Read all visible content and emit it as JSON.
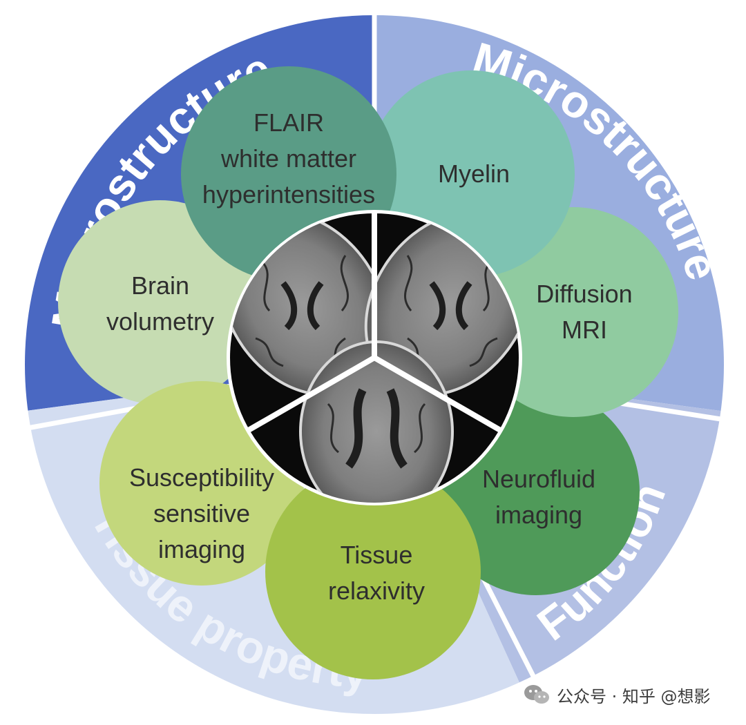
{
  "colors": {
    "macrostructure": "#4a68c2",
    "microstructure": "#9aaedf",
    "function": "#b3c0e4",
    "tissue_property": "#d3ddf1",
    "ring_text": "#ffffff",
    "circle_text": "#2e2e2e",
    "center_background": "#0a0a0a"
  },
  "sectors": [
    {
      "id": "macrostructure",
      "label": "Macrostructure"
    },
    {
      "id": "microstructure",
      "label": "Microstructure"
    },
    {
      "id": "function",
      "label": "Function"
    },
    {
      "id": "tissue_property",
      "label": "Tissue property"
    }
  ],
  "circles": [
    {
      "id": "brain-volumetry",
      "lines": [
        "Brain",
        "volumetry"
      ],
      "color": "#c6dcb2"
    },
    {
      "id": "susceptibility",
      "lines": [
        "Susceptibility",
        "sensitive",
        "imaging"
      ],
      "color": "#c3d77c"
    },
    {
      "id": "tissue-relaxivity",
      "lines": [
        "Tissue",
        "relaxivity"
      ],
      "color": "#a3c24a"
    },
    {
      "id": "neurofluid",
      "lines": [
        "Neurofluid",
        "imaging"
      ],
      "color": "#4f9a59"
    },
    {
      "id": "diffusion-mri",
      "lines": [
        "Diffusion",
        "MRI"
      ],
      "color": "#90cba0"
    },
    {
      "id": "myelin",
      "lines": [
        "Myelin"
      ],
      "color": "#7ec3b2"
    },
    {
      "id": "flair",
      "lines": [
        "FLAIR",
        "white matter",
        "hyperintensities"
      ],
      "color": "#5a9c86"
    }
  ],
  "center_images": [
    {
      "id": "mri-slice-left",
      "description_icon": "brain-mri-axial-icon"
    },
    {
      "id": "mri-slice-right",
      "description_icon": "brain-mri-axial-icon"
    },
    {
      "id": "mri-slice-bottom",
      "description_icon": "brain-mri-axial-icon"
    }
  ],
  "watermark": {
    "text": "公众号 · 知乎 @想影",
    "icon": "wechat-icon"
  }
}
